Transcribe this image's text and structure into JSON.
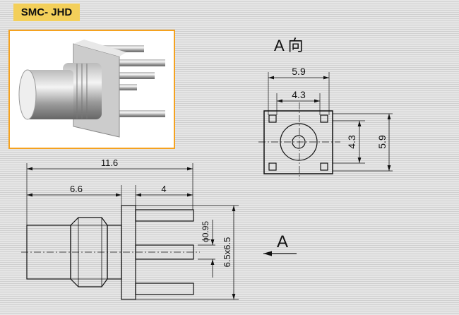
{
  "title": "SMC- JHD",
  "view_label": "A 向",
  "arrow_label": "A",
  "dims": {
    "overall_length": "11.6",
    "body_length": "6.6",
    "pin_length": "4",
    "pin_dia": "ϕ0.95",
    "flange": "6.5x6.5",
    "top_width": "5.9",
    "top_pitch": "4.3",
    "side_pitch": "4.3",
    "side_width": "5.9"
  },
  "colors": {
    "label_bg": "#f3cf5a",
    "frame": "#f5a21f"
  }
}
